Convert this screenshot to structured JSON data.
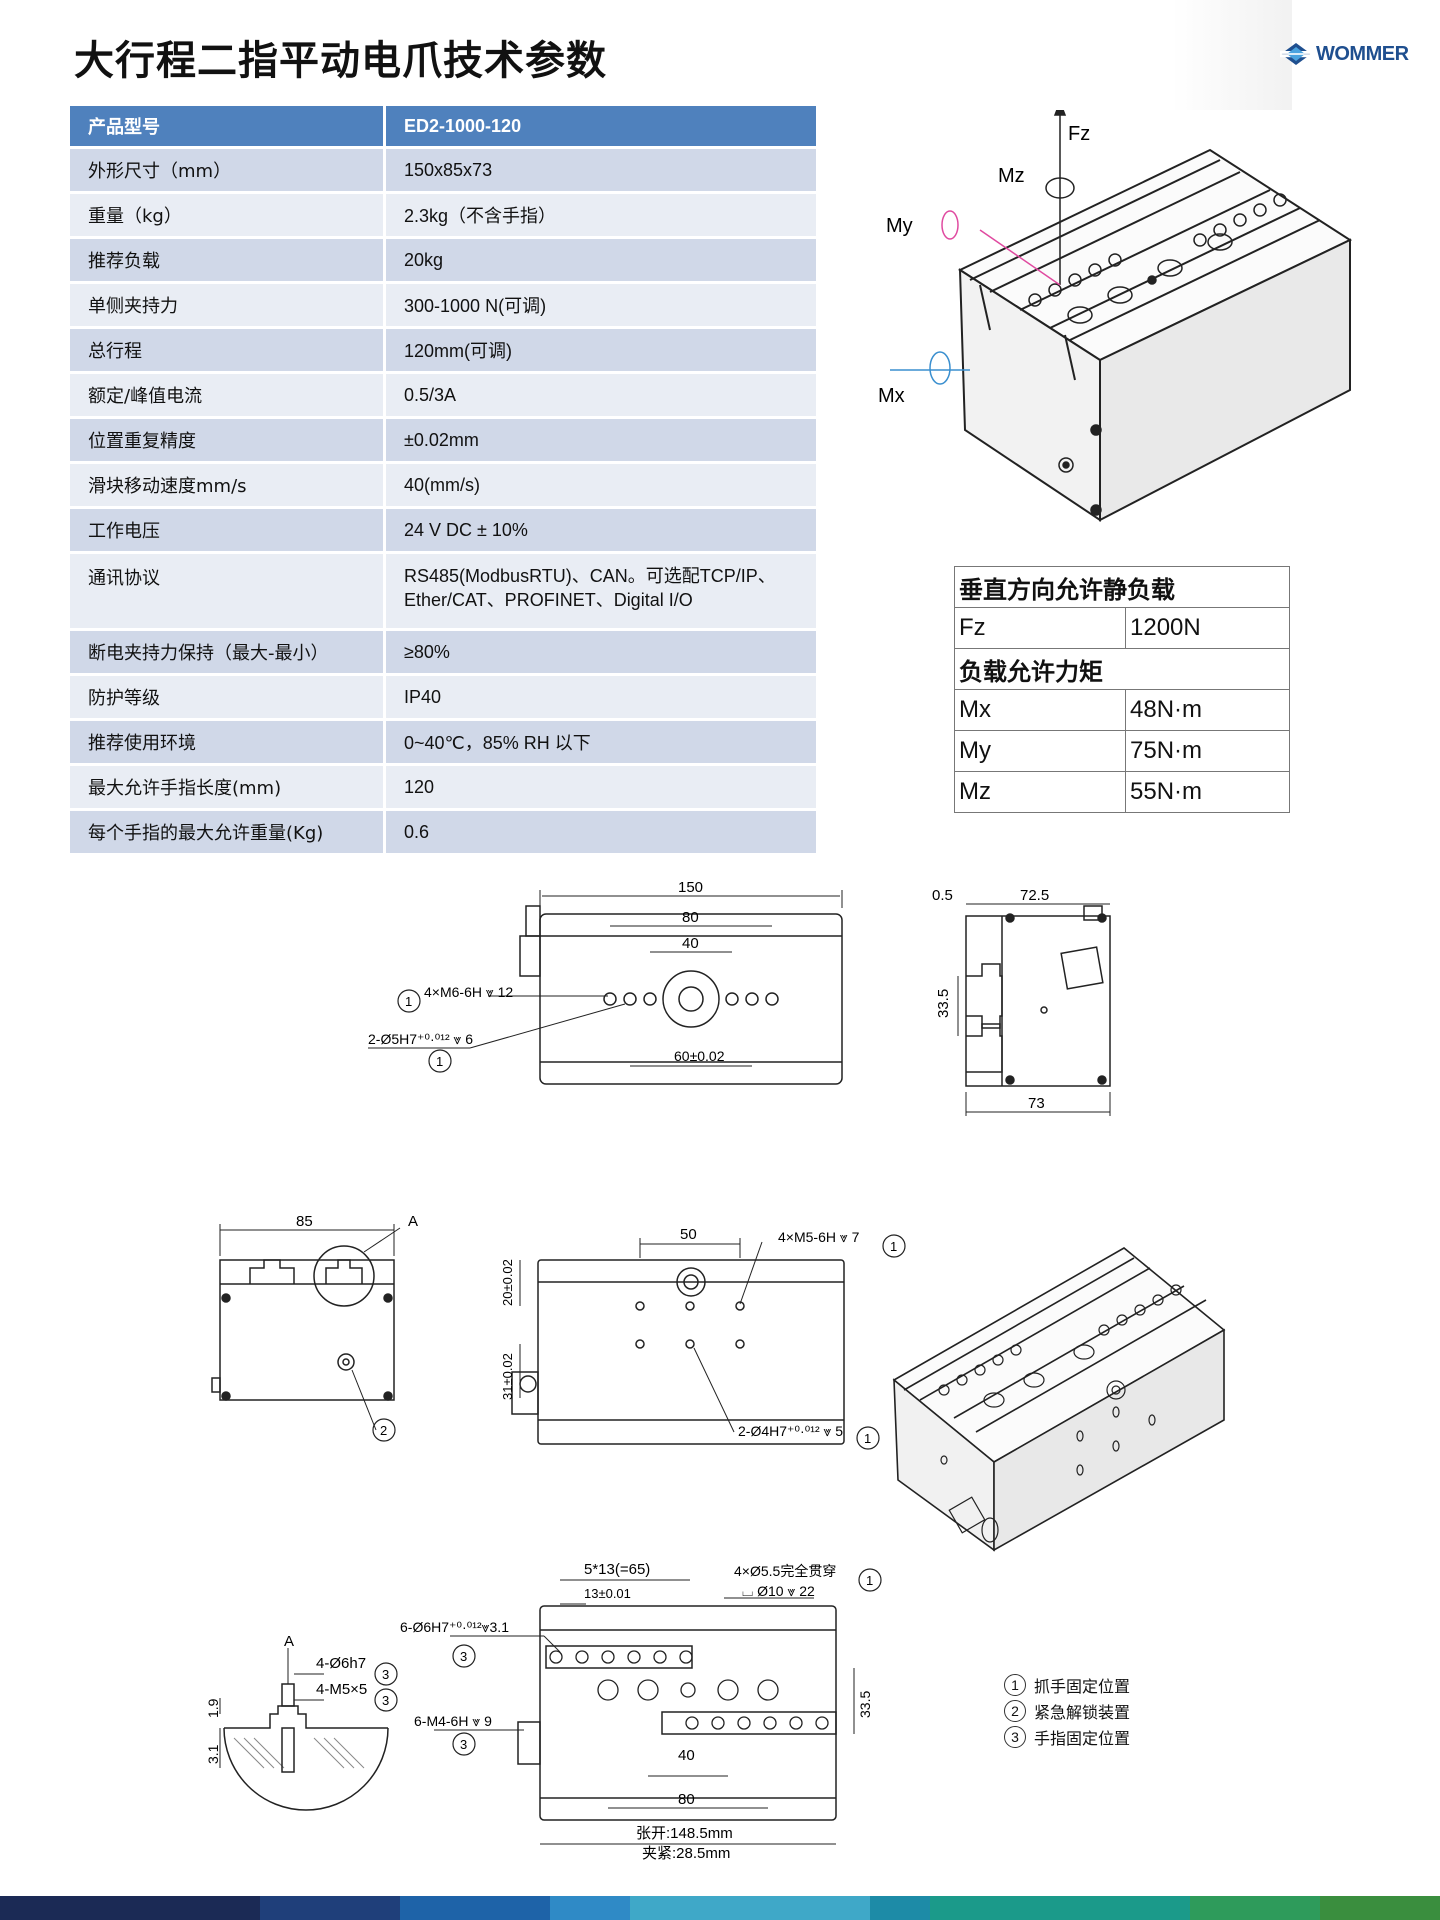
{
  "page": {
    "title": "大行程二指平动电爪技术参数",
    "brand": "WOMMER"
  },
  "spec_table": {
    "header": {
      "key": "产品型号",
      "value": "ED2-1000-120"
    },
    "rows": [
      {
        "key": "外形尺寸（mm）",
        "value": "150x85x73"
      },
      {
        "key": "重量（kg）",
        "value": "2.3kg（不含手指）"
      },
      {
        "key": "推荐负载",
        "value": "20kg"
      },
      {
        "key": "单侧夹持力",
        "value": "300-1000 N(可调)"
      },
      {
        "key": "总行程",
        "value": "120mm(可调)"
      },
      {
        "key": "额定/峰值电流",
        "value": "0.5/3A"
      },
      {
        "key": "位置重复精度",
        "value": "±0.02mm"
      },
      {
        "key": "滑块移动速度mm/s",
        "value": "40(mm/s)"
      },
      {
        "key": "工作电压",
        "value": "24 V DC ± 10%"
      },
      {
        "key": "通讯协议",
        "value": "RS485(ModbusRTU)、CAN。可选配TCP/IP、",
        "value2": "Ether/CAT、PROFINET、Digital I/O"
      },
      {
        "key": "断电夹持力保持（最大-最小）",
        "value": "≥80%"
      },
      {
        "key": "防护等级",
        "value": "IP40"
      },
      {
        "key": "推荐使用环境",
        "value": "0~40℃，85% RH 以下"
      },
      {
        "key": "最大允许手指长度(mm)",
        "value": "120"
      },
      {
        "key": "每个手指的最大允许重量(Kg)",
        "value": "0.6"
      }
    ]
  },
  "load_table": {
    "static_title": "垂直方向允许静负载",
    "fz_label": "Fz",
    "fz_value": "1200N",
    "moment_title": "负载允许力矩",
    "mx_label": "Mx",
    "mx_value": "48N·m",
    "my_label": "My",
    "my_value": "75N·m",
    "mz_label": "Mz",
    "mz_value": "55N·m"
  },
  "iso_diagram": {
    "fz": "Fz",
    "mz": "Mz",
    "my": "My",
    "mx": "Mx"
  },
  "top_view": {
    "dim_150": "150",
    "dim_80": "80",
    "dim_40": "40",
    "dim_60": "60±0.02",
    "note_m6": "4×M6-6H ⩔ 12",
    "note_d5": "2-Ø5H7⁺⁰·⁰¹² ⩔ 6",
    "callout_1": "1"
  },
  "side_view": {
    "dim_05": "0.5",
    "dim_725": "72.5",
    "dim_335": "33.5",
    "dim_73": "73"
  },
  "end_view": {
    "dim_85": "85",
    "label_a": "A",
    "callout_2": "2"
  },
  "front_view": {
    "dim_50": "50",
    "dim_20": "20±0.02",
    "dim_31": "31±0.02",
    "note_m5": "4×M5-6H ⩔ 7",
    "note_d4": "2-Ø4H7⁺⁰·⁰¹² ⩔ 5",
    "callout_1": "1"
  },
  "detail_a": {
    "label_a": "A",
    "note_d6": "4-Ø6h7",
    "note_m5": "4-M5×5",
    "dim_19": "1.9",
    "dim_31": "3.1",
    "callout_3": "3"
  },
  "bottom_view": {
    "dim_65": "5*13(=65)",
    "dim_13": "13±0.01",
    "note_d55": "4×Ø5.5完全贯穿",
    "note_d10": "⌴ Ø10 ⩔ 22",
    "note_d6h7": "6-Ø6H7⁺⁰·⁰¹²⩔3.1",
    "note_m4": "6-M4-6H ⩔ 9",
    "dim_335": "33.5",
    "dim_40": "40",
    "dim_80": "80",
    "open": "张开:148.5mm",
    "close": "夹紧:28.5mm",
    "callout_1": "1",
    "callout_3": "3"
  },
  "legend": [
    {
      "num": "1",
      "text": "抓手固定位置"
    },
    {
      "num": "2",
      "text": "紧急解锁装置"
    },
    {
      "num": "3",
      "text": "手指固定位置"
    }
  ],
  "colors": {
    "header_blue": "#4f81bd",
    "row_dark": "#d0d8e8",
    "row_light": "#e9edf4",
    "bar": [
      "#1b2a55",
      "#1f3f7a",
      "#1e63a8",
      "#2f8ac6",
      "#3fa8c8",
      "#1d8ba7",
      "#1b9a8a",
      "#2e9b5b",
      "#3a8e3e"
    ]
  }
}
